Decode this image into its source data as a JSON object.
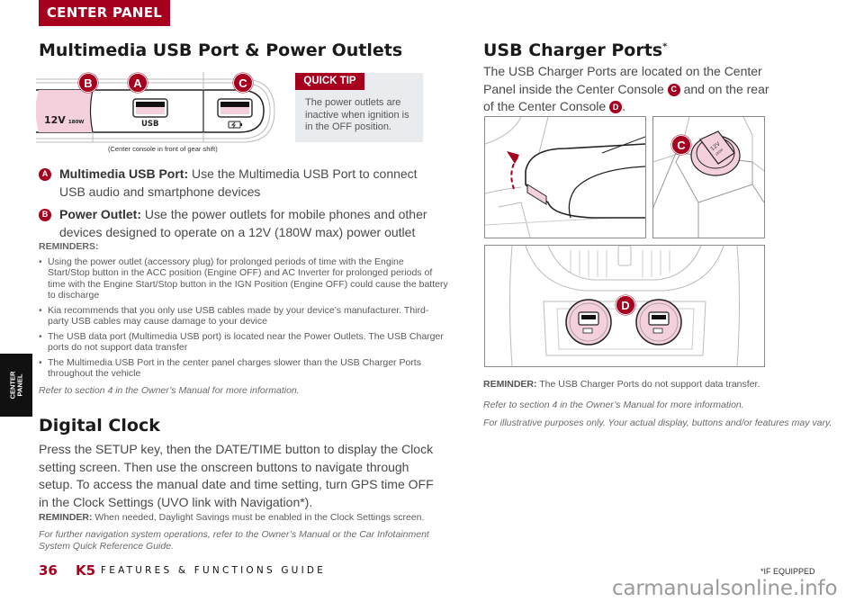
{
  "header": {
    "section_tab": "CENTER PANEL",
    "side_tab": "CENTER\nPANEL"
  },
  "multimedia": {
    "title": "Multimedia USB Port & Power Outlets",
    "illustration": {
      "callouts": [
        "B",
        "A",
        "C"
      ],
      "outlet_label": "12V",
      "outlet_watt": "180W",
      "usb_label": "USB",
      "caption": "(Center console in front of gear shift)"
    },
    "quick_tip": {
      "header": "QUICK TIP",
      "body": "The power outlets are inactive when ignition is in the OFF position."
    },
    "items": [
      {
        "badge": "A",
        "label": "Multimedia USB Port:",
        "text": " Use the Multimedia USB Port to connect USB audio and smartphone devices"
      },
      {
        "badge": "B",
        "label": "Power Outlet:",
        "text": " Use the power outlets for mobile phones and other devices designed to operate on a 12V (180W max) power outlet"
      }
    ],
    "reminders_title": "REMINDERS:",
    "reminders": [
      "Using the power outlet (accessory plug) for prolonged periods of time with the Engine Start/Stop button in the ACC position (Engine OFF) and AC Inverter for prolonged periods of time with the Engine Start/Stop button in the IGN Position (Engine OFF) could cause the battery to discharge",
      "Kia recommends that you only use USB cables made by your device’s manufacturer. Third-party USB cables may cause damage to your device",
      "The USB data port (Multimedia USB port) is located near the Power Outlets. The USB Charger ports do not support data transfer",
      "The Multimedia USB Port in the center panel charges slower than the USB Charger Ports throughout the vehicle"
    ],
    "refer": "Refer to section 4 in the Owner’s Manual for more information."
  },
  "clock": {
    "title": "Digital Clock",
    "body": "Press the SETUP key, then the DATE/TIME button to display the Clock setting screen. Then use the onscreen buttons to navigate through setup. To access the manual date and time setting, turn GPS time OFF in the Clock Settings (UVO link with Navigation*).",
    "reminder_label": "REMINDER:",
    "reminder_text": " When needed, Daylight Savings must be enabled in the Clock Settings screen.",
    "further": "For further navigation system operations, refer to the Owner’s Manual or the Car Infotainment System Quick Reference Guide."
  },
  "usb_charger": {
    "title": "USB Charger Ports",
    "title_sup": "*",
    "intro_1": "The USB Charger Ports are located on the Center Panel inside the Center Console ",
    "badge_c": "C",
    "intro_2": " and on the rear of the Center Console ",
    "badge_d": "D",
    "intro_3": ".",
    "illus_c_outlet": "12V",
    "illus_c_watt": "180W",
    "reminder_label": "REMINDER:",
    "reminder_text": " The USB Charger Ports do not support data transfer.",
    "refer": "Refer to section 4 in the Owner’s Manual for more information.",
    "disclaimer": "For illustrative purposes only. Your actual display, buttons and/or features may vary."
  },
  "footer": {
    "page_number": "36",
    "model": "K5",
    "guide": "FEATURES & FUNCTIONS GUIDE",
    "if_equipped": "*IF EQUIPPED",
    "watermark": "carmanualsonline.info"
  },
  "colors": {
    "brand_red": "#a6001e",
    "pink": "#f4cfdc",
    "tip_bg": "#e9ecee"
  }
}
